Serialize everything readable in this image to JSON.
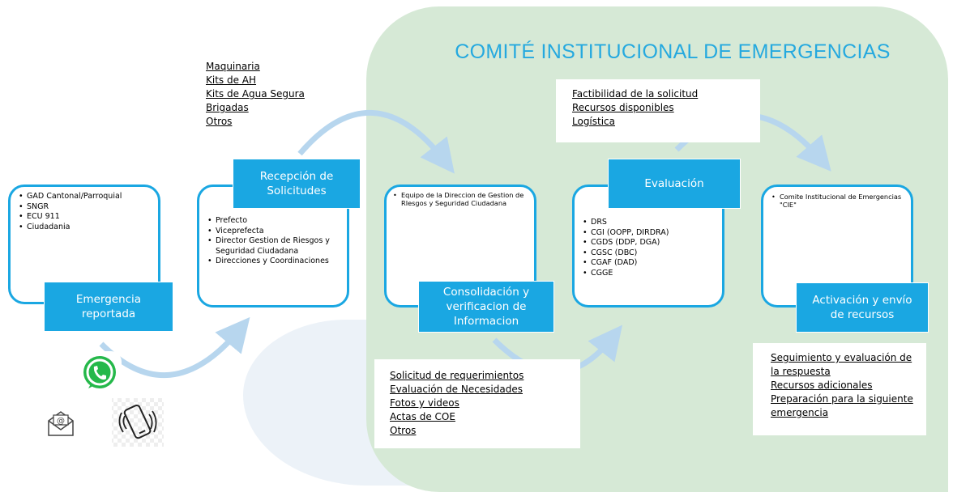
{
  "committee": {
    "title": "COMITÉ INSTITUCIONAL DE EMERGENCIAS"
  },
  "stages": [
    {
      "label": "Emergencia reportada",
      "bullets": [
        "GAD Cantonal/Parroquial",
        "SNGR",
        "ECU 911",
        "Ciudadania"
      ]
    },
    {
      "label": "Recepción de Solicitudes",
      "bullets": [
        "Prefecto",
        "Viceprefecta",
        "Director Gestion de Riesgos y Seguridad Ciudadana",
        "Direcciones y Coordinaciones"
      ]
    },
    {
      "label": "Consolidación y verificacion de Informacion",
      "bullets": [
        "Equipo de la Direccion de Gestion de RIesgos y Seguridad Ciudadana"
      ]
    },
    {
      "label": "Evaluación",
      "bullets": [
        "DRS",
        "CGI (OOPP, DIRDRA)",
        "CGDS (DDP, DGA)",
        "CGSC (DBC)",
        "CGAF (DAD)",
        "CGGE"
      ]
    },
    {
      "label": "Activación y envío de recursos",
      "bullets": [
        "Comite Institucional de Emergencias \"CIE\""
      ]
    }
  ],
  "notes": {
    "resources": [
      "Maquinaria",
      "Kits de AH",
      "Kits de Agua Segura",
      "Brigadas",
      "Otros"
    ],
    "evaluation": [
      "Factibilidad de la solicitud",
      "Recursos disponibles",
      "Logística"
    ],
    "requirements": [
      "Solicitud de requerimientos",
      "Evaluación de Necesidades",
      "Fotos y videos",
      "Actas de COE",
      "Otros"
    ],
    "followup": [
      "Seguimiento y evaluación de la respuesta",
      "Recursos adicionales",
      "Preparación para la siguiente emergencia"
    ]
  },
  "icons": {
    "whatsapp": "whatsapp-icon",
    "email": "email-icon",
    "phone": "phone-vibrate-icon"
  },
  "colors": {
    "accent": "#1aa7e2",
    "committee_bg": "#d6e9d6",
    "arrow": "#b7d6ee",
    "whatsapp": "#25b84a"
  }
}
